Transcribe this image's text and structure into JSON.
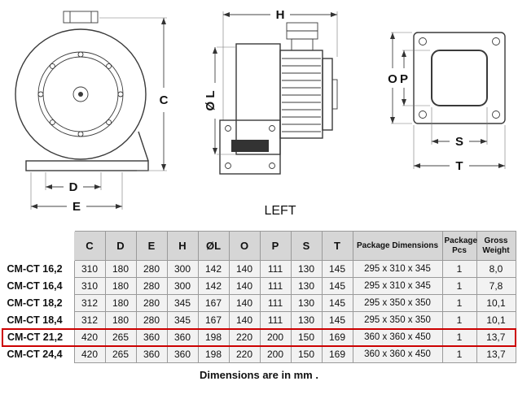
{
  "drawings": {
    "front": {
      "c": "C",
      "d": "D",
      "e": "E"
    },
    "side": {
      "h": "H",
      "ol": "Ø L",
      "caption": "LEFT"
    },
    "flange": {
      "o": "O",
      "p": "P",
      "s": "S",
      "t": "T"
    }
  },
  "table": {
    "headers": [
      "C",
      "D",
      "E",
      "H",
      "ØL",
      "O",
      "P",
      "S",
      "T",
      "Package Dimensions",
      "Package Pcs",
      "Gross Weight"
    ],
    "rows": [
      {
        "model": "CM-CT 16,2",
        "values": [
          "310",
          "180",
          "280",
          "300",
          "142",
          "140",
          "111",
          "130",
          "145",
          "295 x 310 x 345",
          "1",
          "8,0"
        ]
      },
      {
        "model": "CM-CT 16,4",
        "values": [
          "310",
          "180",
          "280",
          "300",
          "142",
          "140",
          "111",
          "130",
          "145",
          "295 x 310 x 345",
          "1",
          "7,8"
        ]
      },
      {
        "model": "CM-CT 18,2",
        "values": [
          "312",
          "180",
          "280",
          "345",
          "167",
          "140",
          "111",
          "130",
          "145",
          "295 x 350 x 350",
          "1",
          "10,1"
        ]
      },
      {
        "model": "CM-CT 18,4",
        "values": [
          "312",
          "180",
          "280",
          "345",
          "167",
          "140",
          "111",
          "130",
          "145",
          "295 x 350 x 350",
          "1",
          "10,1"
        ]
      },
      {
        "model": "CM-CT 21,2",
        "values": [
          "420",
          "265",
          "360",
          "360",
          "198",
          "220",
          "200",
          "150",
          "169",
          "360 x 360 x 450",
          "1",
          "13,7"
        ]
      },
      {
        "model": "CM-CT 24,4",
        "values": [
          "420",
          "265",
          "360",
          "360",
          "198",
          "220",
          "200",
          "150",
          "169",
          "360 x 360 x 450",
          "1",
          "13,7"
        ]
      }
    ],
    "highlighted_model": "CM-CT 21,2"
  },
  "footer": {
    "note": "Dimensions are in mm ."
  },
  "colors": {
    "highlight_border": "#cc0000",
    "header_bg": "#d6d6d6",
    "cell_bg": "#f2f2f2"
  }
}
